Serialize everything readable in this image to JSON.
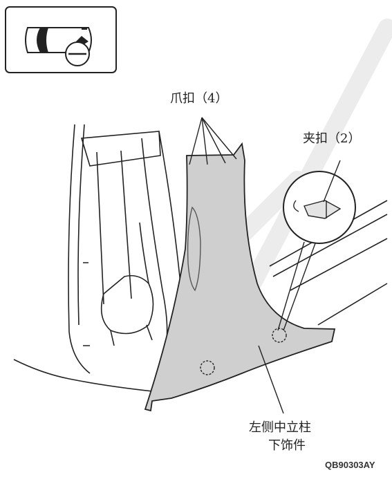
{
  "labels": {
    "claws": "爪扣（4）",
    "clip": "夹扣（2）",
    "part_line1": "左侧中立柱",
    "part_line2": "下饰件"
  },
  "figure_code": "QB90303AY",
  "colors": {
    "trim_fill": "#cfcfcf",
    "line": "#222222",
    "watermark": "#ececec"
  },
  "icons": {
    "locator": "vehicle-top-view-with-location-arrow-icon",
    "clip_detail": "clip-detail-magnifier-icon"
  }
}
